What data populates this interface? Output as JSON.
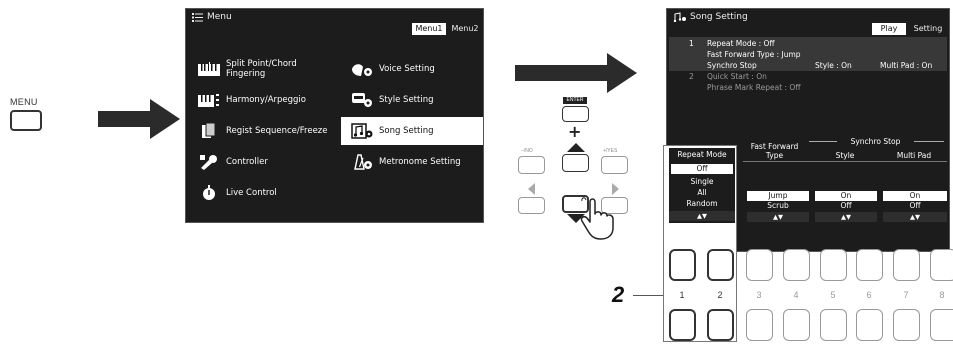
{
  "menu_hw": {
    "label": "MENU"
  },
  "menu_screen": {
    "title": "Menu",
    "tabs": [
      {
        "label": "Menu1",
        "active": true
      },
      {
        "label": "Menu2",
        "active": false
      }
    ],
    "items_left": [
      {
        "label": "Split Point/Chord Fingering",
        "icon": "split-point-icon"
      },
      {
        "label": "Harmony/Arpeggio",
        "icon": "harmony-icon"
      },
      {
        "label": "Regist Sequence/Freeze",
        "icon": "regist-sequence-icon"
      },
      {
        "label": "Controller",
        "icon": "controller-icon"
      },
      {
        "label": "Live Control",
        "icon": "live-control-icon"
      }
    ],
    "items_right": [
      {
        "label": "Voice Setting",
        "icon": "voice-setting-icon",
        "selected": false
      },
      {
        "label": "Style Setting",
        "icon": "style-setting-icon",
        "selected": false
      },
      {
        "label": "Song Setting",
        "icon": "song-setting-icon",
        "selected": true
      },
      {
        "label": "Metronome Setting",
        "icon": "metronome-icon",
        "selected": false
      }
    ]
  },
  "nav": {
    "enter": "ENTER",
    "plus": "+",
    "minus_no": "−/NO",
    "plus_yes": "+/YES"
  },
  "song_screen": {
    "title": "Song Setting",
    "tabs": [
      {
        "label": "Play",
        "active": true
      },
      {
        "label": "Setting",
        "active": false
      }
    ],
    "summary": {
      "n1": "1",
      "repeat_mode": "Repeat Mode : Off",
      "fast_forward": "Fast Forward Type : Jump",
      "synchro_stop": "Synchro Stop",
      "style_on": "Style : On",
      "multipad_on": "Multi Pad : On",
      "n2": "2",
      "quick_start": "Quick Start : On",
      "phrase_mark": "Phrase Mark Repeat : Off"
    },
    "columns": {
      "repeat_mode": "Repeat Mode",
      "fast_forward_1": "Fast Forward",
      "fast_forward_2": "Type",
      "synchro_stop": "Synchro Stop",
      "style": "Style",
      "multi_pad": "Multi Pad"
    },
    "repeat_options": [
      "Off",
      "Single",
      "All",
      "Random"
    ],
    "ff_options": [
      "Jump",
      "Scrub"
    ],
    "style_options": [
      "On",
      "Off"
    ],
    "multipad_options": [
      "On",
      "Off"
    ],
    "arrows": "▲▼"
  },
  "panel": {
    "callout": "2",
    "numbers": [
      "1",
      "2",
      "3",
      "4",
      "5",
      "6",
      "7",
      "8"
    ]
  }
}
